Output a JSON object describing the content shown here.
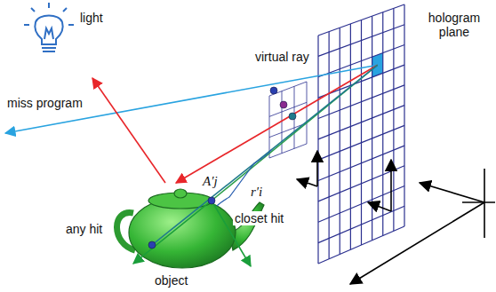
{
  "diagram": {
    "labels": [
      "light",
      "hologram plane",
      "virtual ray",
      "miss program",
      "A′j",
      "r′i",
      "closet hit",
      "any hit",
      "object"
    ]
  }
}
